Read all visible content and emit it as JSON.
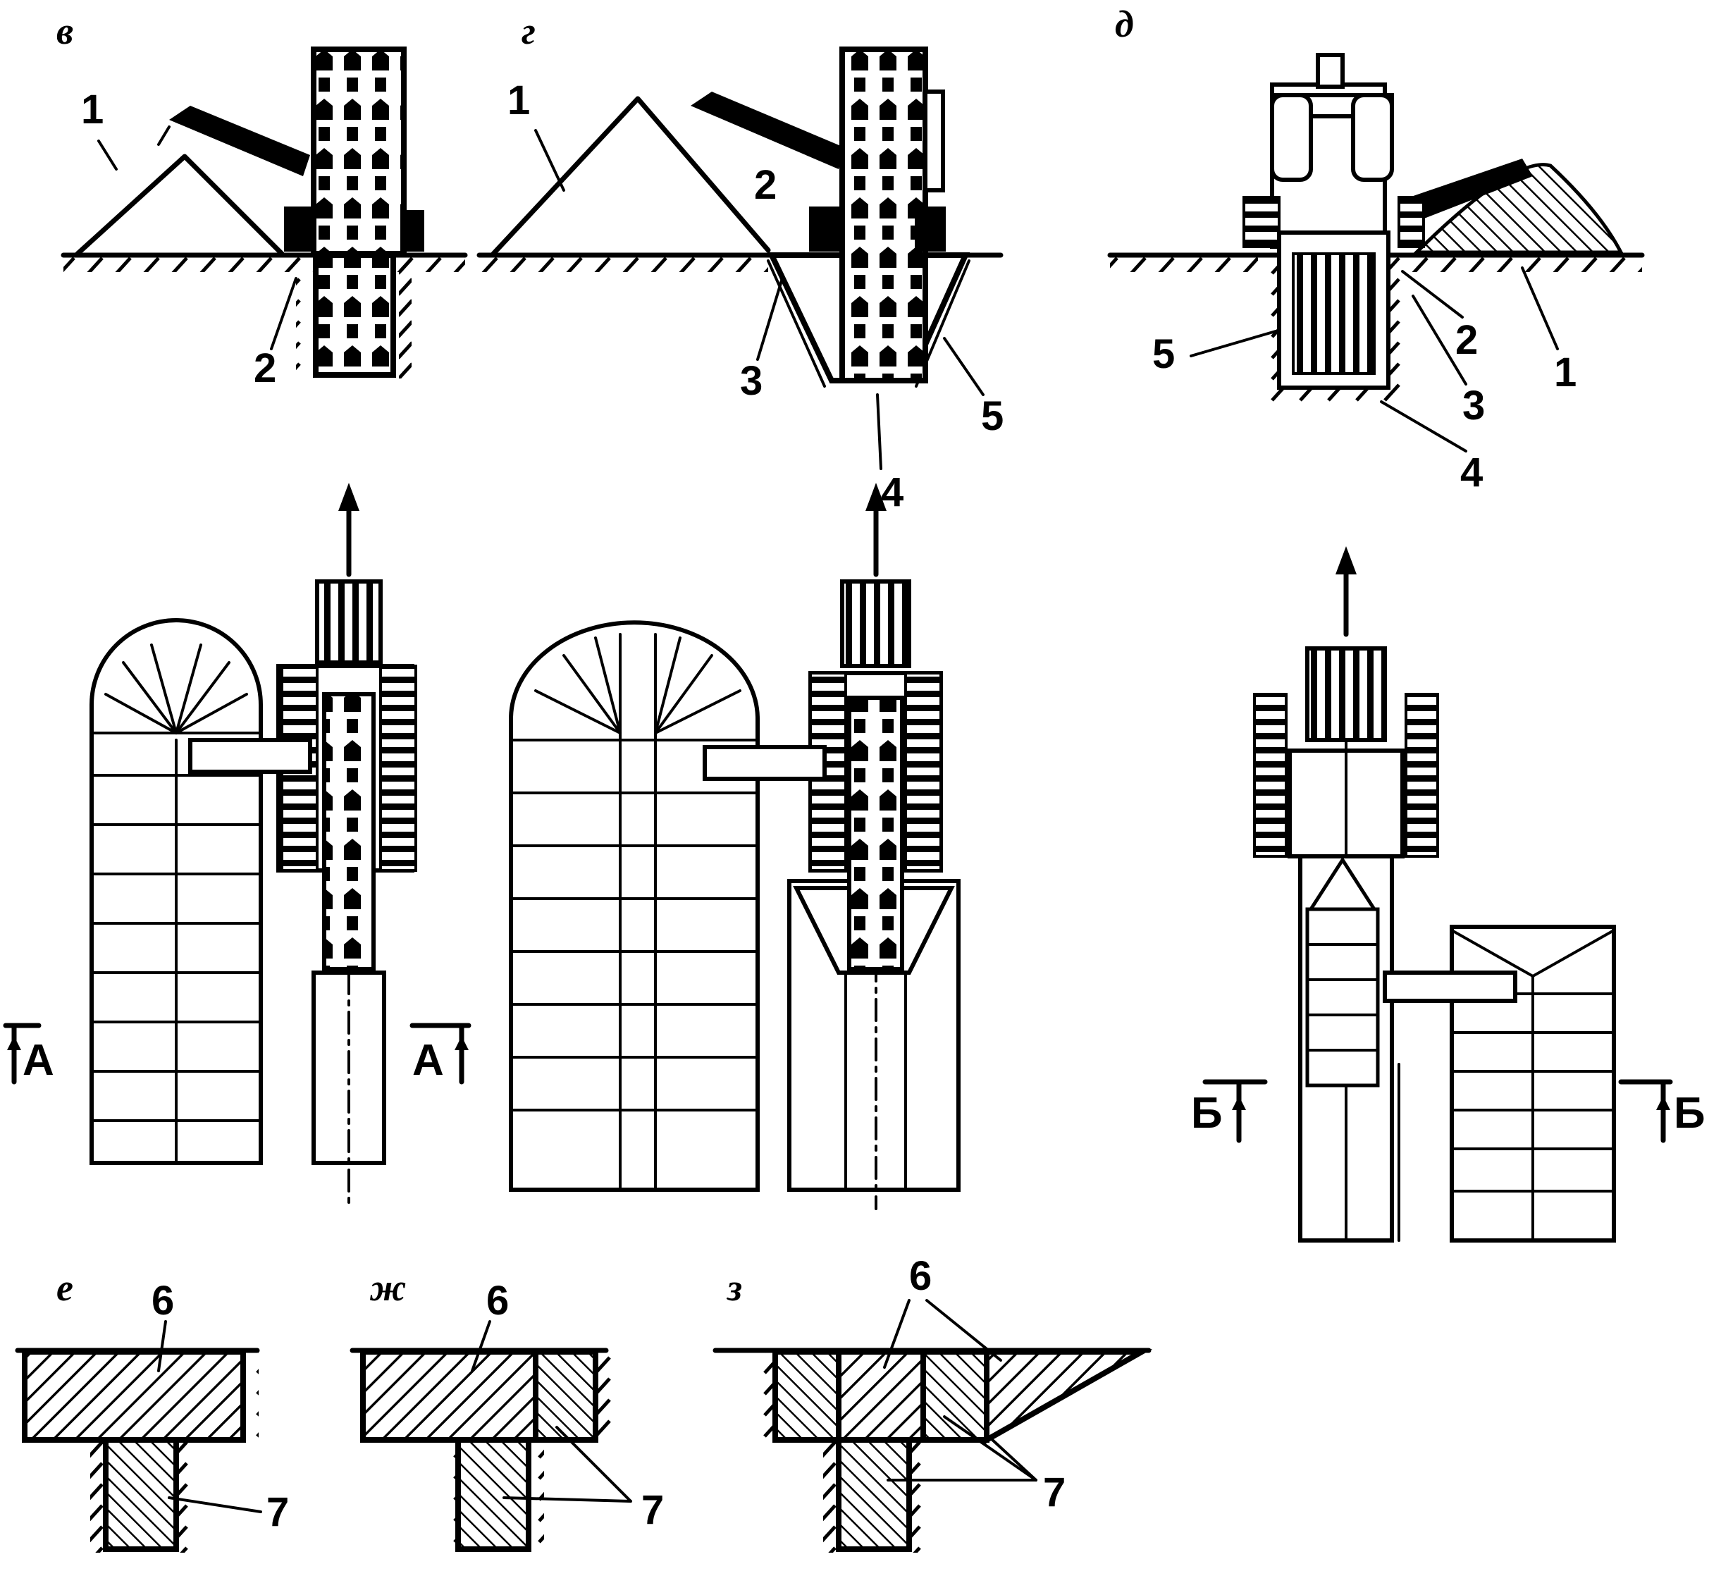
{
  "figure": {
    "panels": [
      "в",
      "г",
      "д",
      "е",
      "ж",
      "з"
    ],
    "callouts": [
      "1",
      "2",
      "3",
      "4",
      "5",
      "6",
      "7"
    ],
    "section_a": "А",
    "section_b": "Б"
  },
  "icons": {
    "arrow": "up-arrow-icon",
    "hatch": "diagonal-hatch-pattern"
  }
}
